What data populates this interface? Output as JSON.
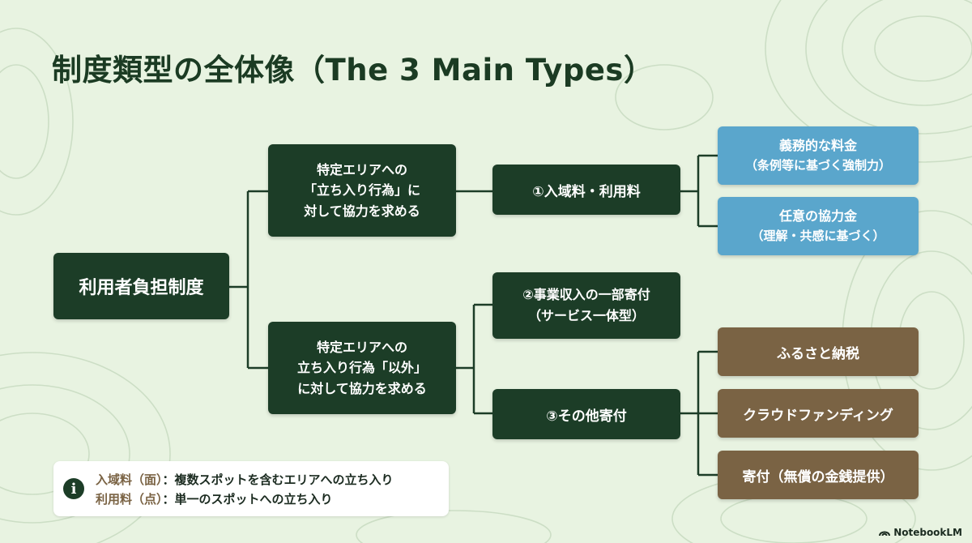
{
  "title": "制度類型の全体像（The 3 Main Types）",
  "root": {
    "label": "利用者負担制度"
  },
  "branches": {
    "upper": {
      "lines": [
        "特定エリアへの",
        "「立ち入り行為」に",
        "対して協力を求める"
      ]
    },
    "lower": {
      "lines": [
        "特定エリアへの",
        "立ち入り行為「以外」",
        "に対して協力を求める"
      ]
    }
  },
  "types": {
    "type1": {
      "lines": [
        "①入域料・利用料"
      ]
    },
    "type2": {
      "lines": [
        "②事業収入の一部寄付",
        "（サービス一体型）"
      ]
    },
    "type3": {
      "lines": [
        "③その他寄付"
      ]
    }
  },
  "leaves": {
    "mandatory": {
      "lines": [
        "義務的な料金",
        "（条例等に基づく強制力）"
      ]
    },
    "voluntary": {
      "lines": [
        "任意の協力金",
        "（理解・共感に基づく）"
      ]
    },
    "furusato": {
      "label": "ふるさと納税"
    },
    "crowdfunding": {
      "label": "クラウドファンディング"
    },
    "donation": {
      "label": "寄付（無償の金銭提供）"
    }
  },
  "note": {
    "icon": "info-icon",
    "rows": [
      {
        "term": "入域料（面）",
        "desc": "：複数スポットを含むエリアへの立ち入り"
      },
      {
        "term": "利用料（点）",
        "desc": "：単一のスポットへの立ち入り"
      }
    ]
  },
  "brand": {
    "label": "NotebookLM",
    "icon": "notebooklm-logo-icon"
  },
  "colors": {
    "background": "#e8f3e1",
    "dark_box": "#1c3d27",
    "blue_box": "#5aa6cc",
    "brown_box": "#7a6344",
    "connector": "#1c3d27",
    "title": "#1b3b23"
  }
}
